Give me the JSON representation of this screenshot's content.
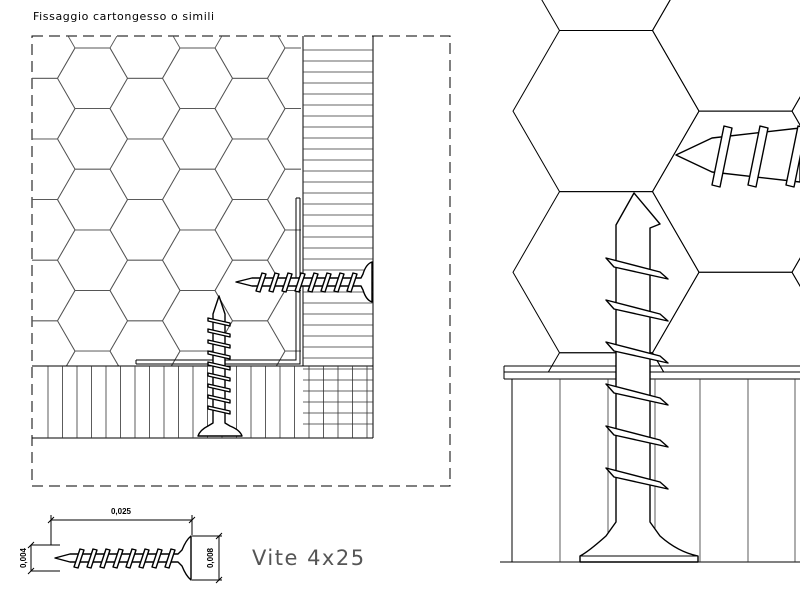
{
  "title": "Fissaggio cartongesso o simili",
  "screw_label": "Vite  4x25",
  "dimensions": {
    "length": "0,025",
    "shank_diameter": "0,004",
    "head_diameter": "0,008"
  }
}
